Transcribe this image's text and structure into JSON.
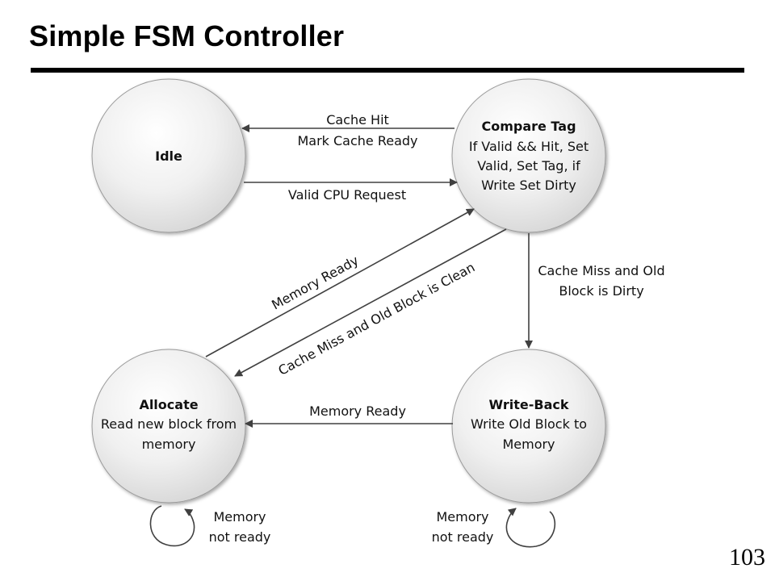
{
  "slide": {
    "title": "Simple FSM Controller",
    "page_number": "103"
  },
  "states": {
    "idle": {
      "title": "Idle"
    },
    "compare_tag": {
      "title": "Compare Tag",
      "lines": [
        "If Valid && Hit, Set",
        "Valid, Set Tag, if",
        "Write Set Dirty"
      ]
    },
    "allocate": {
      "title": "Allocate",
      "lines": [
        "Read new block from",
        "memory"
      ]
    },
    "write_back": {
      "title": "Write-Back",
      "lines": [
        "Write Old Block to",
        "Memory"
      ]
    }
  },
  "transitions": {
    "cache_hit": [
      "Cache Hit",
      "Mark Cache Ready"
    ],
    "valid_cpu_request": "Valid CPU Request",
    "memory_ready_alloc_to_compare": "Memory Ready",
    "cache_miss_clean": "Cache Miss and Old Block is Clean",
    "cache_miss_dirty": [
      "Cache Miss and Old",
      "Block is Dirty"
    ],
    "memory_ready_wb_to_alloc": "Memory Ready",
    "allocate_self_loop": [
      "Memory",
      "not ready"
    ],
    "write_back_self_loop": [
      "Memory",
      "not ready"
    ]
  },
  "colors": {
    "circle_light": "#ffffff",
    "circle_dark": "#d9d9d9",
    "circle_stroke": "#8c8c8c",
    "arrow": "#404040"
  }
}
